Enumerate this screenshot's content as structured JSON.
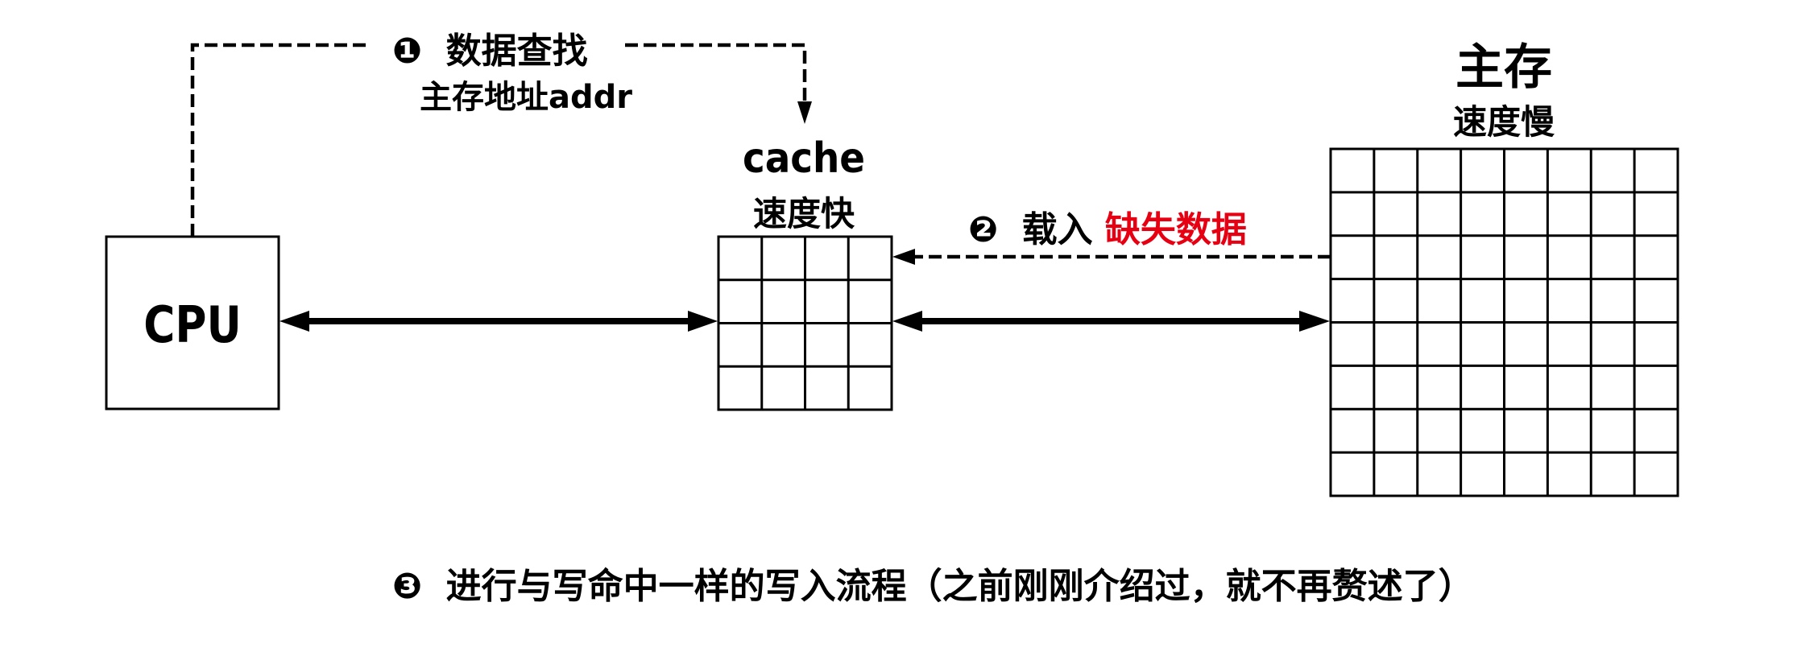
{
  "diagram": {
    "title": "Cache write-miss handling: CPU, cache and main memory",
    "cpu": {
      "label": "CPU"
    },
    "cache": {
      "name": "cache",
      "speed": "速度快",
      "grid": {
        "rows": 4,
        "cols": 4
      }
    },
    "main_memory": {
      "name": "主存",
      "speed": "速度慢",
      "grid": {
        "rows": 8,
        "cols": 8
      }
    },
    "steps": [
      {
        "number_icon": "❶",
        "label": "数据查找",
        "sublabel": "主存地址addr",
        "from": "CPU",
        "to": "cache",
        "line_style": "dashed"
      },
      {
        "number_icon": "❷",
        "label_black": "载入",
        "label_red": "缺失数据",
        "from": "main_memory",
        "to": "cache",
        "line_style": "dashed"
      },
      {
        "number_icon": "❸",
        "label": "进行与写命中一样的写入流程（之前刚刚介绍过，就不再赘述了）"
      }
    ],
    "links": [
      {
        "between": [
          "CPU",
          "cache"
        ],
        "style": "solid",
        "direction": "bidirectional"
      },
      {
        "between": [
          "cache",
          "main_memory"
        ],
        "style": "solid",
        "direction": "bidirectional"
      }
    ],
    "colors": {
      "foreground": "#000000",
      "highlight": "#e60012",
      "background": "#ffffff"
    }
  }
}
